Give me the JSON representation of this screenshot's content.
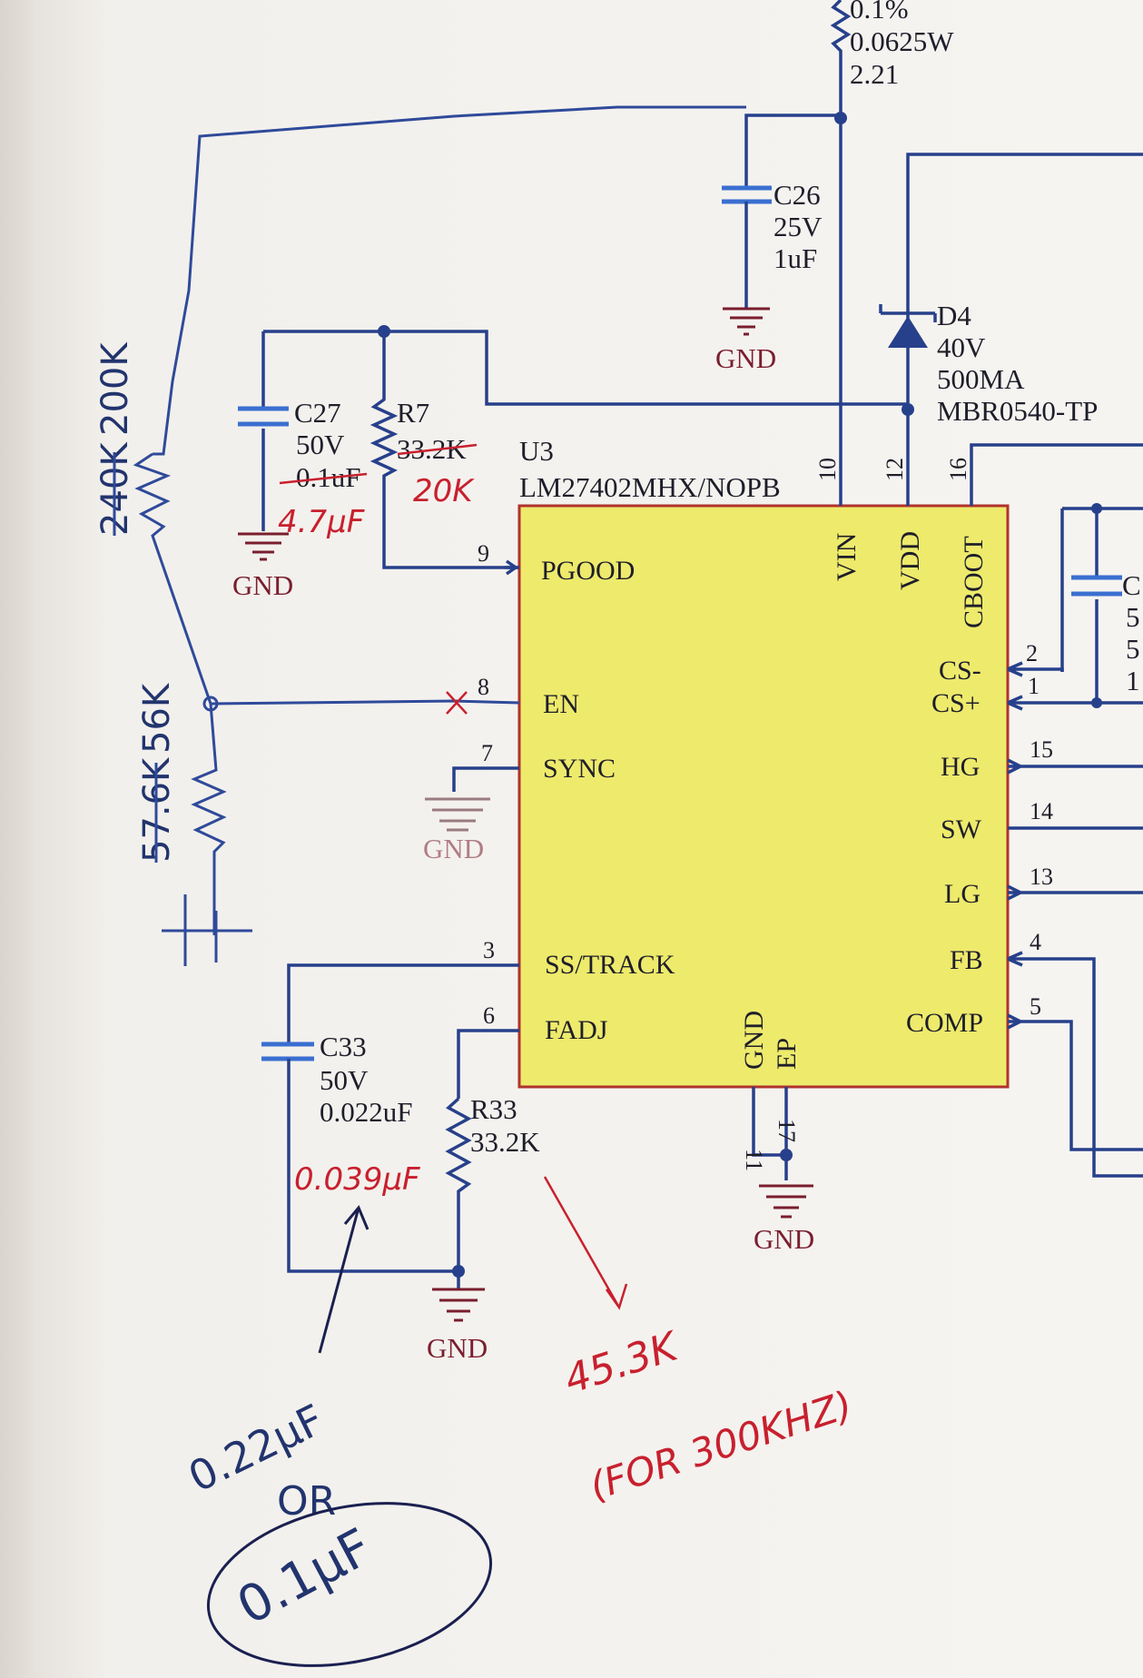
{
  "top_resistor": {
    "tolerance": "0.1%",
    "power": "0.0625W",
    "value": "2.21"
  },
  "c26": {
    "ref": "C26",
    "voltage": "25V",
    "value": "1uF"
  },
  "c27": {
    "ref": "C27",
    "voltage": "50V",
    "value": "0.1uF",
    "handwritten_value": "4.7μF"
  },
  "r7": {
    "ref": "R7",
    "value": "33.2K",
    "handwritten_value": "20K"
  },
  "d4": {
    "ref": "D4",
    "voltage": "40V",
    "current": "500MA",
    "part": "MBR0540-TP"
  },
  "u3": {
    "ref": "U3",
    "part": "LM27402MHX/NOPB"
  },
  "pins": {
    "pgood": {
      "num": "9",
      "name": "PGOOD"
    },
    "en": {
      "num": "8",
      "name": "EN"
    },
    "sync": {
      "num": "7",
      "name": "SYNC"
    },
    "ss_track": {
      "num": "3",
      "name": "SS/TRACK"
    },
    "fadj": {
      "num": "6",
      "name": "FADJ"
    },
    "vin": {
      "num": "10",
      "name": "VIN"
    },
    "vdd": {
      "num": "12",
      "name": "VDD"
    },
    "cboot": {
      "num": "16",
      "name": "CBOOT"
    },
    "cs_minus": {
      "num": "2",
      "name": "CS-"
    },
    "cs_plus": {
      "num": "1",
      "name": "CS+"
    },
    "hg": {
      "num": "15",
      "name": "HG"
    },
    "sw": {
      "num": "14",
      "name": "SW"
    },
    "lg": {
      "num": "13",
      "name": "LG"
    },
    "fb": {
      "num": "4",
      "name": "FB"
    },
    "comp": {
      "num": "5",
      "name": "COMP"
    },
    "gnd": {
      "num": "11",
      "name": "GND"
    },
    "ep": {
      "num": "17",
      "name": "EP"
    }
  },
  "c33": {
    "ref": "C33",
    "voltage": "50V",
    "value": "0.022uF",
    "handwritten_value": "0.039μF"
  },
  "r33": {
    "ref": "R33",
    "value": "33.2K"
  },
  "gnd_label": "GND",
  "right_cap_partial": {
    "ref": "C",
    "l1": "5",
    "l2": "5",
    "l3": "1"
  },
  "handwritten": {
    "r_top_orig": "240K",
    "r_top_new": "200K",
    "r_bot_orig": "57.6K",
    "r_bot_new": "56K",
    "r33_new": "45.3K",
    "r33_note": "(FOR 300KHZ)",
    "c33_option1": "0.22μF",
    "c33_or": "OR",
    "c33_option2": "0.1μF"
  }
}
